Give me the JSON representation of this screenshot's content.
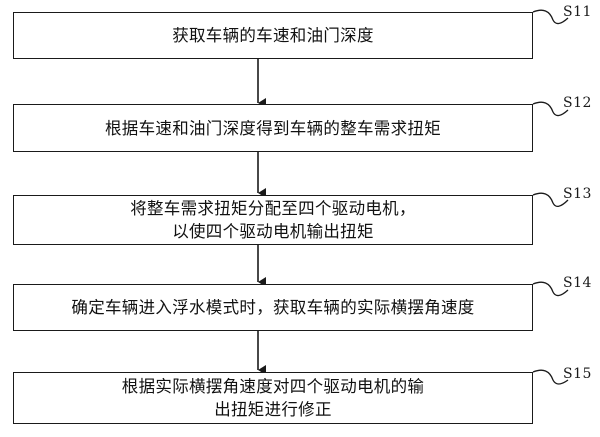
{
  "steps": [
    {
      "id": "S11",
      "text": "获取车辆的车速和油门深度"
    },
    {
      "id": "S12",
      "text": "根据车速和油门深度得到车辆的整车需求扭矩"
    },
    {
      "id": "S13",
      "text": "将整车需求扭矩分配至四个驱动电机，以使四个驱动电机输出扭矩"
    },
    {
      "id": "S14",
      "text": "确定车辆进入浮水模式时，获取车辆的实际横摆角速度"
    },
    {
      "id": "S15",
      "text": "根据实际横摆角速度对四个驱动电机的输出扭矩进行修正"
    }
  ],
  "colors": {
    "line": "#1a1a1a",
    "text": "#111111",
    "background": "#ffffff"
  }
}
